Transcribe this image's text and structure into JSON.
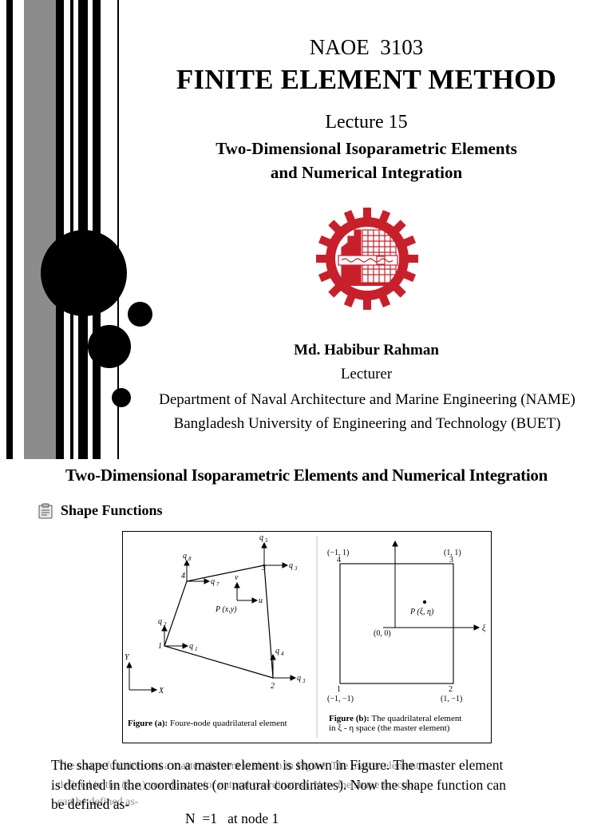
{
  "slide1": {
    "course_code": "NAOE  3103",
    "course_title": "FINITE ELEMENT METHOD",
    "lecture": "Lecture 15",
    "subtitle_line1": "Two-Dimensional Isoparametric Elements",
    "subtitle_line2": "and Numerical Integration",
    "author": "Md. Habibur Rahman",
    "role": "Lecturer",
    "department": "Department of Naval Architecture and Marine Engineering (NAME)",
    "university": "Bangladesh University of Engineering and Technology (BUET)",
    "logo": "buet-logo",
    "colors": {
      "logo_red": "#c8202a",
      "bar_gray": "#8c8c8c",
      "black": "#000000"
    }
  },
  "slide2": {
    "title": "Two-Dimensional Isoparametric Elements and Numerical Integration",
    "section_icon": "clipboard-bullet-icon",
    "section_label": "Shape Functions",
    "figure": {
      "a": {
        "node_labels": [
          "1",
          "2",
          "3",
          "4"
        ],
        "dof_labels": [
          "q1",
          "q2",
          "q3",
          "q4",
          "q5",
          "q6",
          "q7",
          "q8"
        ],
        "point_label": "P (x,y)",
        "u_label": "u",
        "v_label": "v",
        "x_axis": "X",
        "y_axis": "Y",
        "caption_bold": "Figure (a):",
        "caption_rest": " Foure-node quadrilateral element"
      },
      "b": {
        "corner_tl": "(−1, 1)",
        "corner_tr": "(1, 1)",
        "corner_bl": "(−1, −1)",
        "corner_br": "(1, −1)",
        "node_labels": [
          "1",
          "2",
          "3",
          "4"
        ],
        "origin": "(0, 0)",
        "point_label": "P (ξ, η)",
        "xi_axis": "ξ",
        "caption_bold": "Figure (b):",
        "caption_rest": " The quadrilateral element",
        "caption_line2": "in ξ - η space (the master element)"
      }
    },
    "paragraph_line1": "The shape functions on a master element is shown in Figure. The master element",
    "paragraph_line2": "is defined in the  coordinates (or natural coordinates). Now the shape function can",
    "paragraph_line3": "be defined as-",
    "ghost_line1": "The shape functions on a master element is shown in Figure. The master element is",
    "ghost_line2": "defined in the (ξ, η)  coordinates (or natural coordinates). Now the shape function",
    "ghost_line3": "can be defined as-",
    "equation_partial": "N  =1   at node 1"
  }
}
